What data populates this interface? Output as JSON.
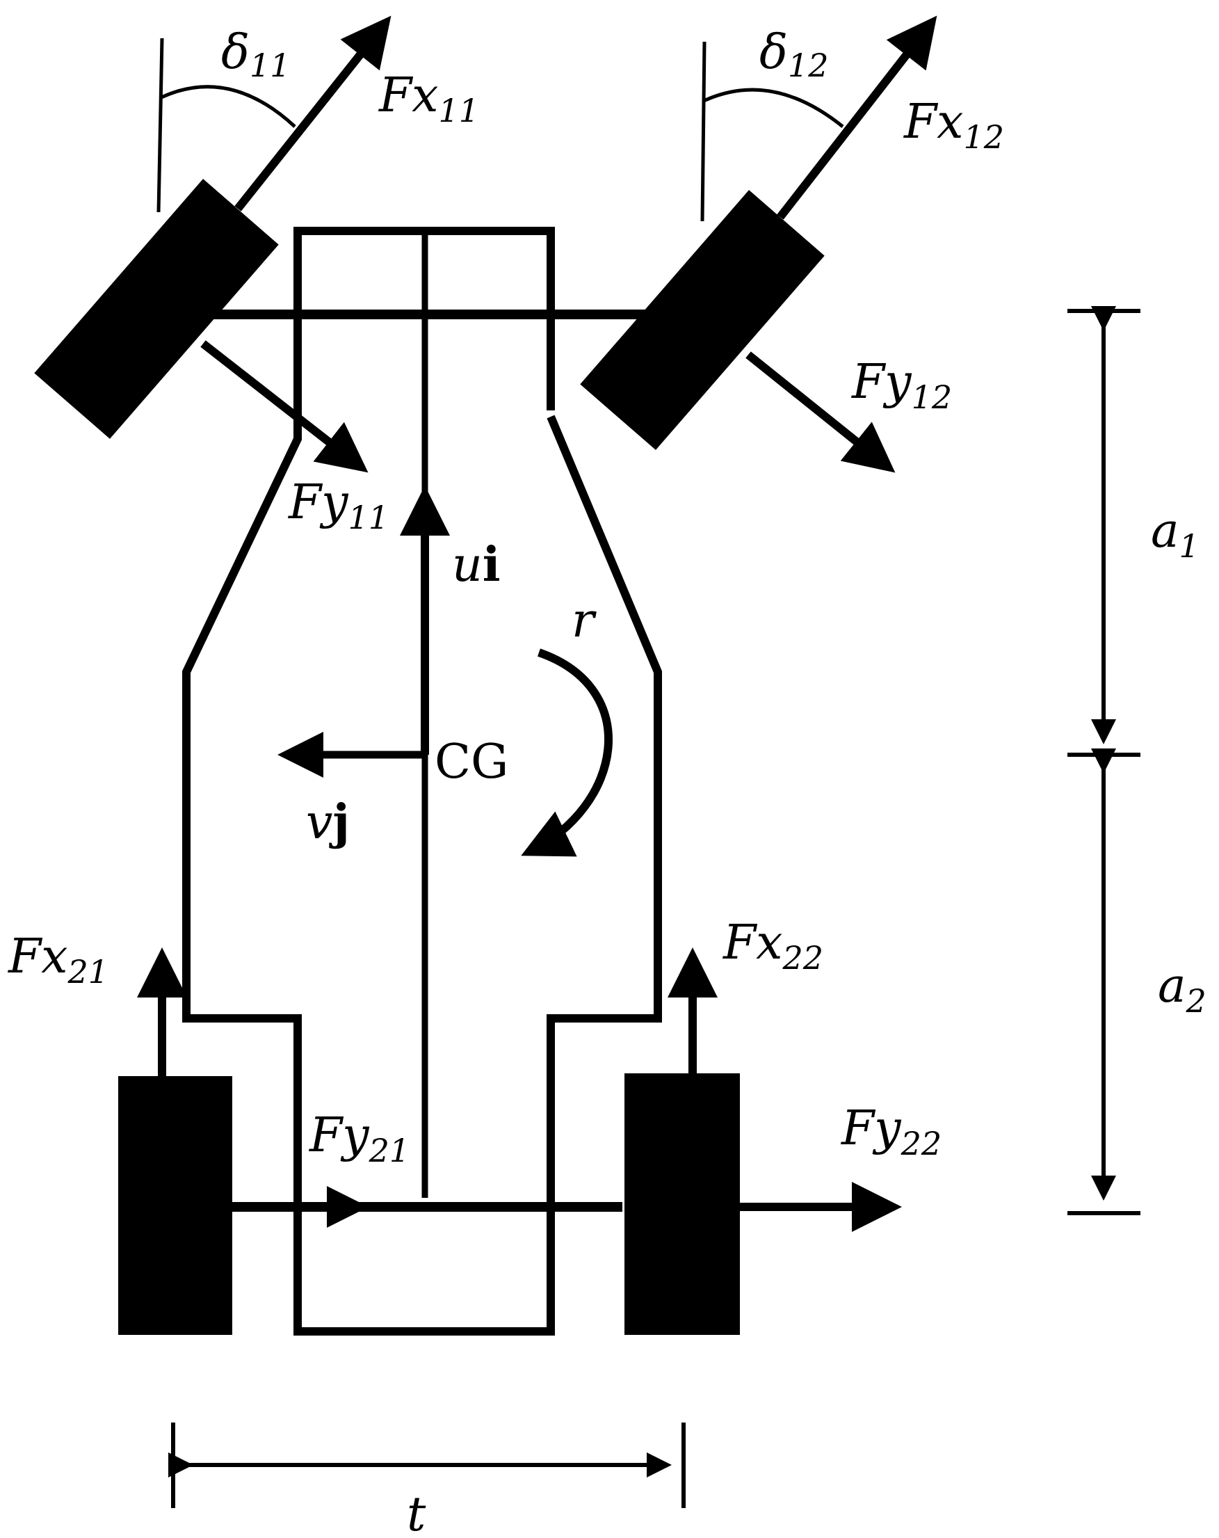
{
  "diagram": {
    "forces": {
      "front_left_longitudinal": {
        "base": "Fx",
        "sub": "11"
      },
      "front_right_longitudinal": {
        "base": "Fx",
        "sub": "12"
      },
      "front_left_lateral": {
        "base": "Fy",
        "sub": "11"
      },
      "front_right_lateral": {
        "base": "Fy",
        "sub": "12"
      },
      "rear_left_longitudinal": {
        "base": "Fx",
        "sub": "21"
      },
      "rear_right_longitudinal": {
        "base": "Fx",
        "sub": "22"
      },
      "rear_left_lateral": {
        "base": "Fy",
        "sub": "21"
      },
      "rear_right_lateral": {
        "base": "Fy",
        "sub": "22"
      }
    },
    "steer_angles": {
      "left": {
        "base": "δ",
        "sub": "11"
      },
      "right": {
        "base": "δ",
        "sub": "12"
      }
    },
    "velocity": {
      "longitudinal": {
        "scalar": "u",
        "unit_vector": "i"
      },
      "lateral": {
        "scalar": "v",
        "unit_vector": "j"
      }
    },
    "yaw_rate": "r",
    "center_of_gravity": "CG",
    "dimensions": {
      "front_axle_distance": {
        "base": "a",
        "sub": "1"
      },
      "rear_axle_distance": {
        "base": "a",
        "sub": "2"
      },
      "track_width": "t"
    }
  }
}
